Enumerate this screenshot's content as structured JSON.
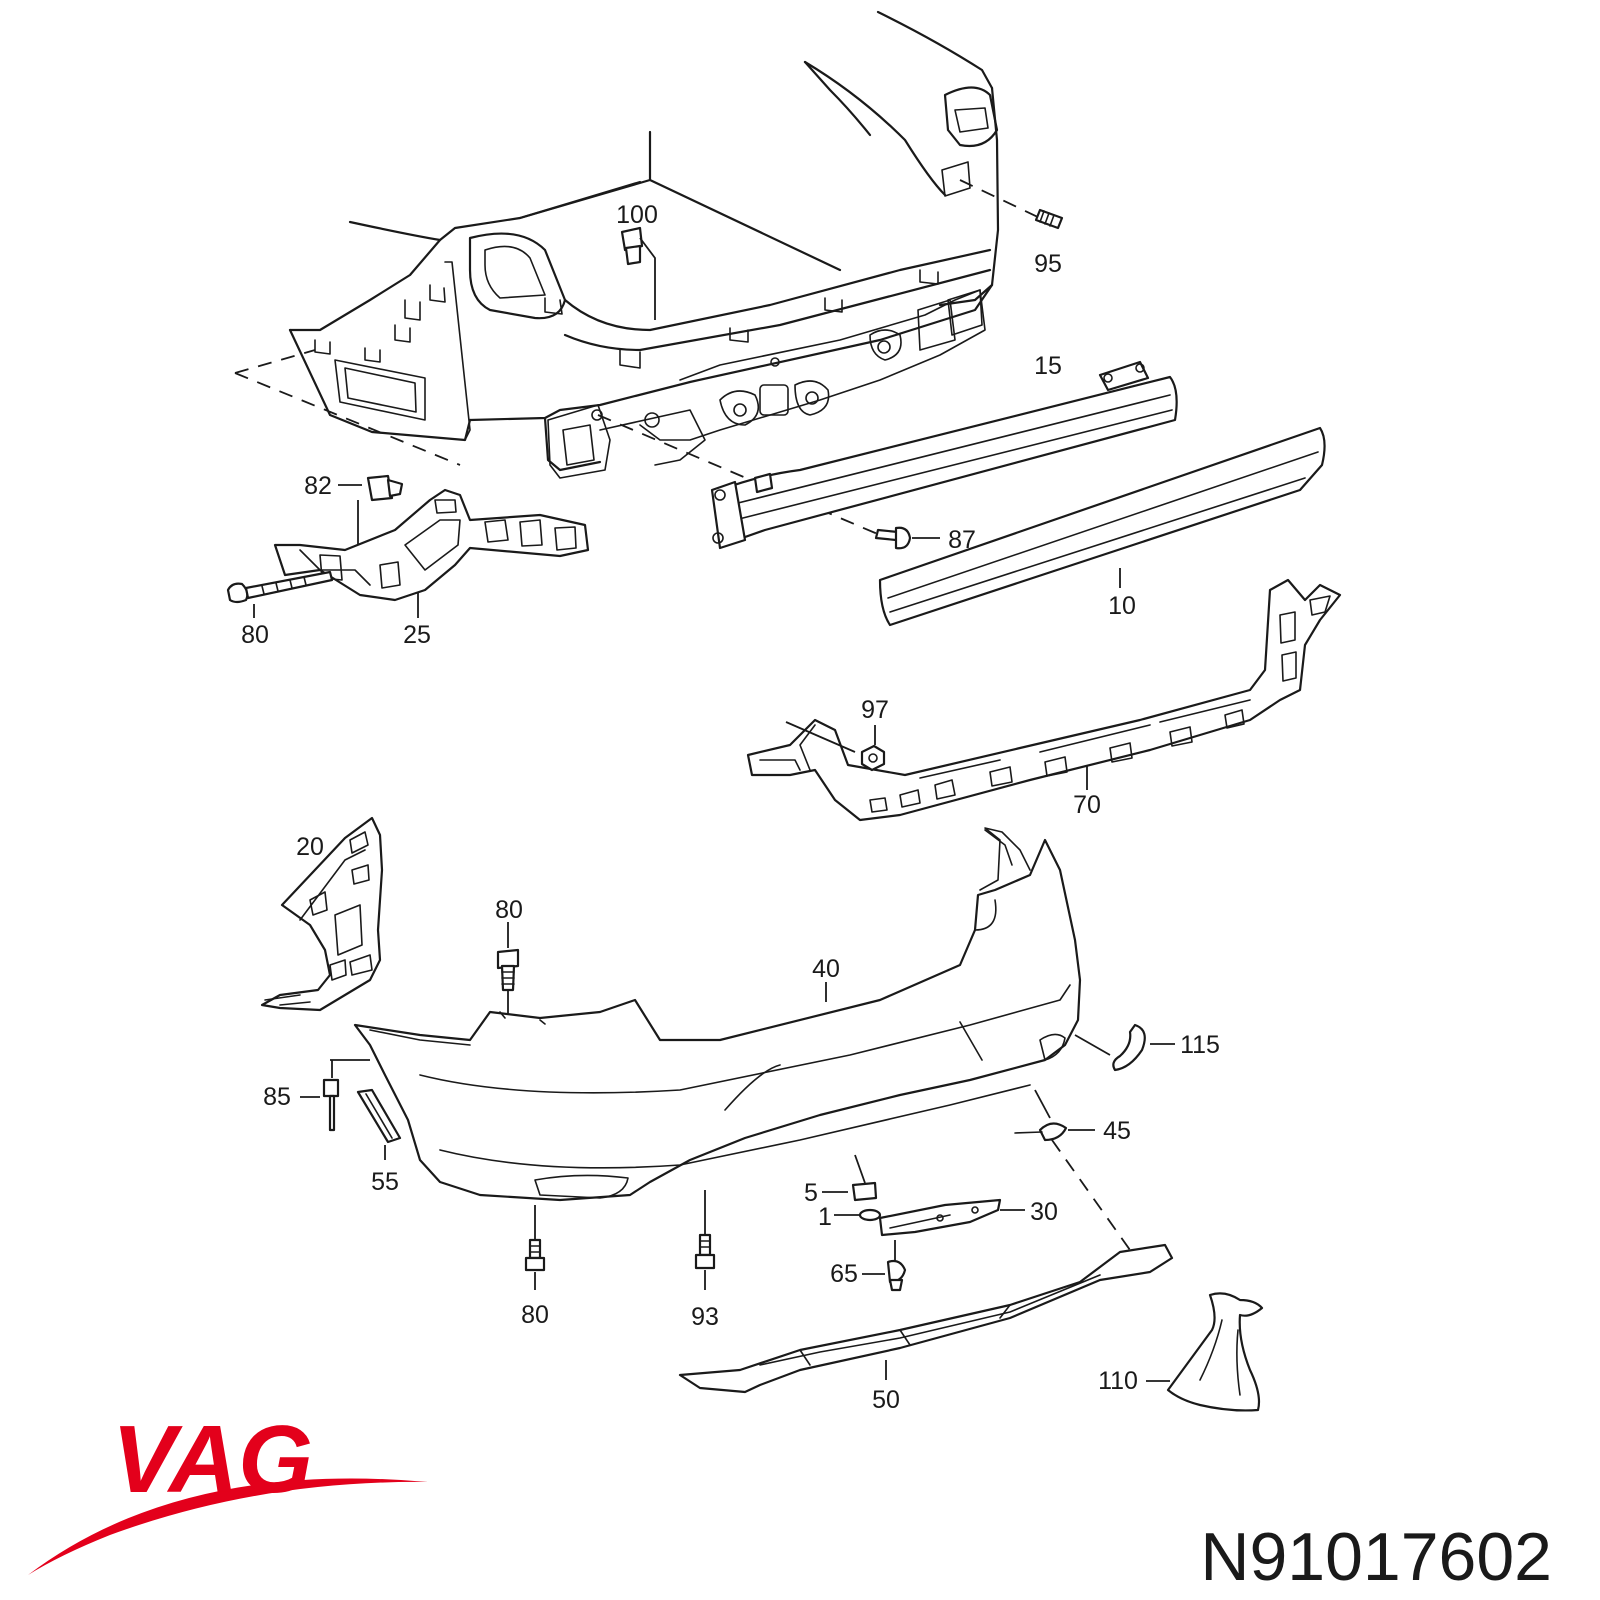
{
  "brand": {
    "logo_text": "VAG",
    "color": "#e3001b"
  },
  "part_number": "N91017602",
  "callouts": {
    "c100": "100",
    "c95": "95",
    "c15": "15",
    "c82": "82",
    "c87": "87",
    "c10": "10",
    "c80a": "80",
    "c25": "25",
    "c97": "97",
    "c70": "70",
    "c20": "20",
    "c80b": "80",
    "c40": "40",
    "c115": "115",
    "c85": "85",
    "c45": "45",
    "c55": "55",
    "c5": "5",
    "c30": "30",
    "c1": "1",
    "c65": "65",
    "c80c": "80",
    "c93": "93",
    "c110": "110",
    "c50": "50"
  }
}
